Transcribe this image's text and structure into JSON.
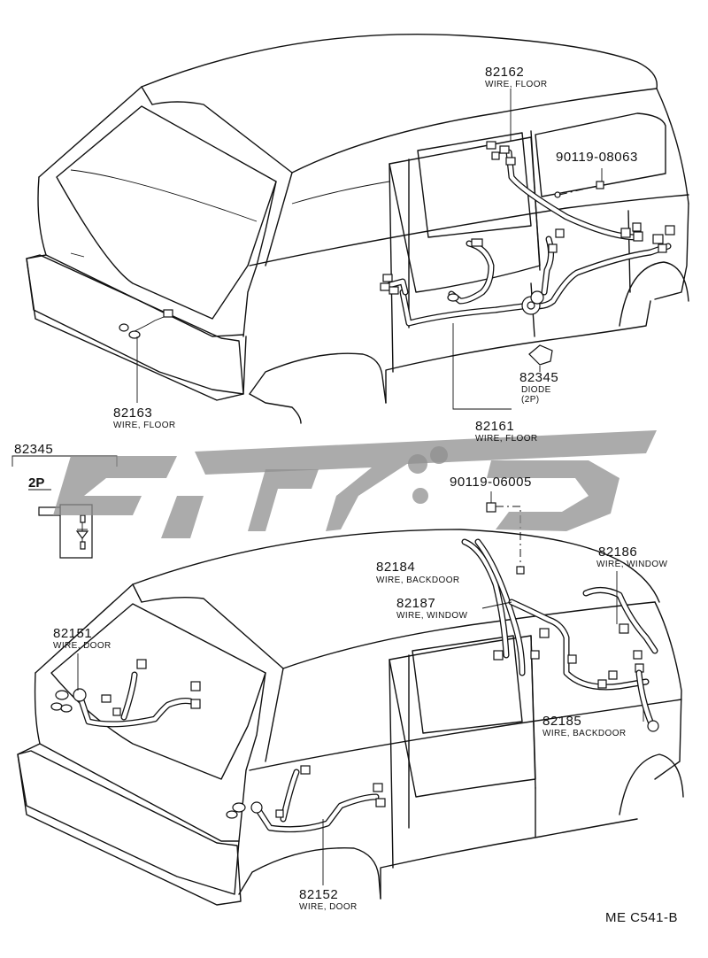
{
  "callouts": {
    "p82162": {
      "num": "82162",
      "desc": "WIRE, FLOOR"
    },
    "p90119_08063": {
      "num": "90119-08063"
    },
    "p82163": {
      "num": "82163",
      "desc": "WIRE, FLOOR"
    },
    "p82345_diode": {
      "num": "82345",
      "desc": "DIODE",
      "desc2": "(2P)"
    },
    "p82161": {
      "num": "82161",
      "desc": "WIRE, FLOOR"
    },
    "p90119_06005": {
      "num": "90119-06005"
    },
    "p82186": {
      "num": "82186",
      "desc": "WIRE, WINDOW"
    },
    "p82184": {
      "num": "82184",
      "desc": "WIRE, BACKDOOR"
    },
    "p82187": {
      "num": "82187",
      "desc": "WIRE, WINDOW"
    },
    "p82151": {
      "num": "82151",
      "desc": "WIRE, DOOR"
    },
    "p82185": {
      "num": "82185",
      "desc": "WIRE, BACKDOOR"
    },
    "p82152": {
      "num": "82152",
      "desc": "WIRE, DOOR"
    }
  },
  "inset": {
    "num": "82345",
    "label": "2P"
  },
  "figure_code": "ME C541-B"
}
